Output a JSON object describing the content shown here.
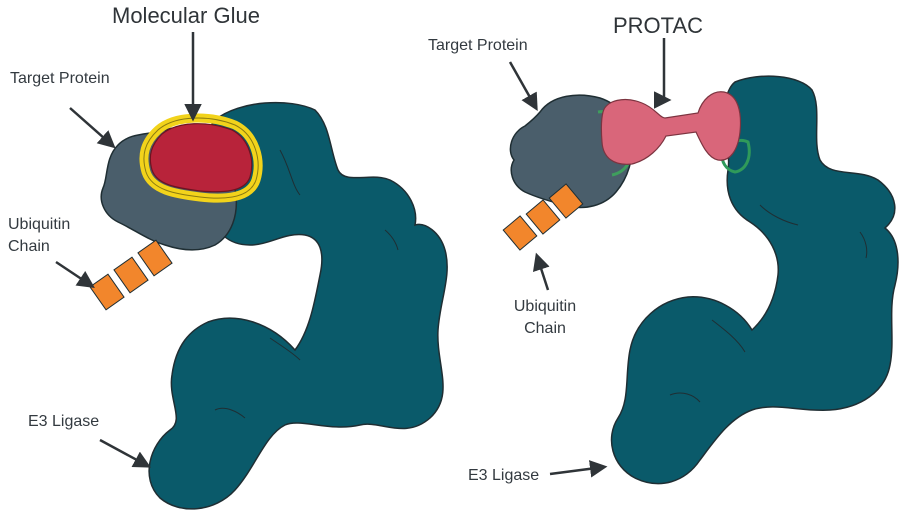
{
  "left_panel": {
    "title": "Molecular Glue",
    "target_protein_label": "Target Protein",
    "ubiquitin_label_line1": "Ubiquitin",
    "ubiquitin_label_line2": "Chain",
    "e3_ligase_label": "E3 Ligase"
  },
  "right_panel": {
    "title": "PROTAC",
    "target_protein_label": "Target Protein",
    "ubiquitin_label_line1": "Ubiquitin",
    "ubiquitin_label_line2": "Chain",
    "e3_ligase_label": "E3 Ligase"
  },
  "colors": {
    "e3_ligase": "#0a5a6a",
    "target_protein": "#4a5e6b",
    "molecular_glue": "#b8233a",
    "glue_ring": "#f2d31b",
    "protac": "#d9667a",
    "ubiquitin": "#f2862c",
    "outline": "#1f2e33",
    "arrow": "#2f3438"
  },
  "icons": [
    "arrow-icon",
    "ubiquitin-block-icon"
  ]
}
